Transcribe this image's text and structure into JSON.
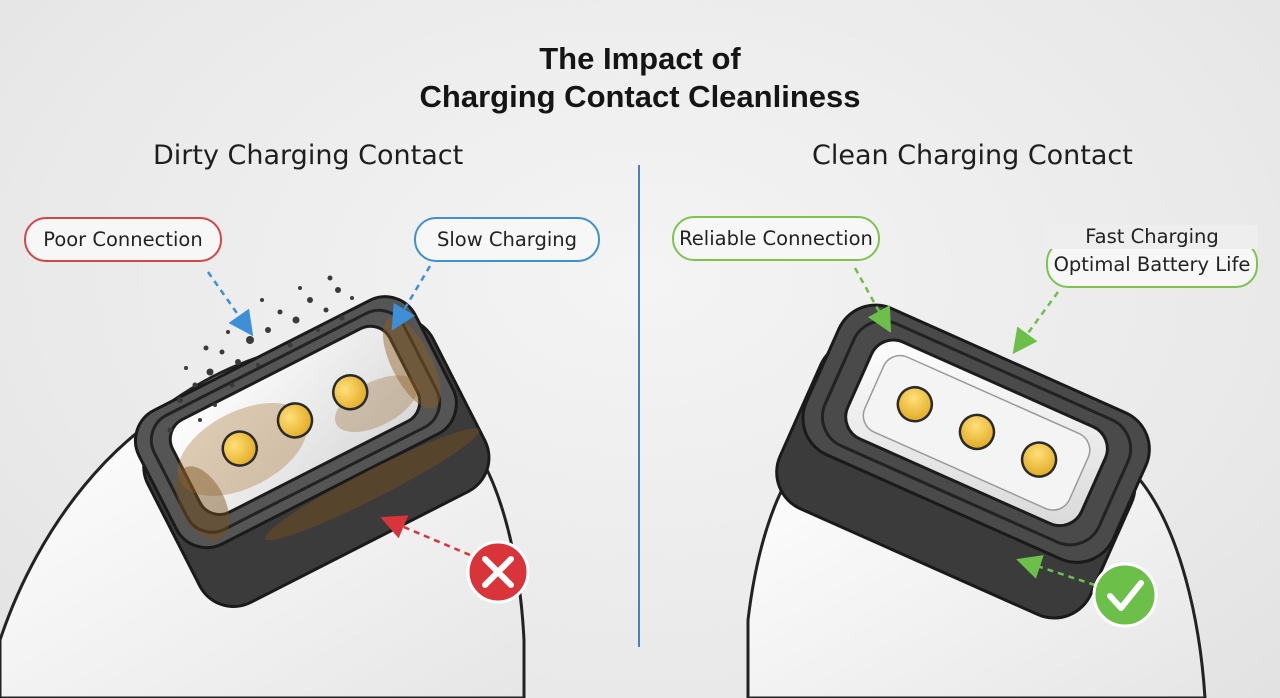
{
  "title": {
    "line1": "The Impact of",
    "line2": "Charging Contact Cleanliness"
  },
  "left_panel": {
    "heading": "Dirty Charging Contact",
    "callouts": {
      "poor_connection": "Poor Connection",
      "slow_charging": "Slow Charging"
    },
    "status_icon": "x-mark-icon"
  },
  "right_panel": {
    "heading": "Clean Charging Contact",
    "callouts": {
      "reliable_connection": "Reliable Connection",
      "fast_charging": "Fast Charging",
      "optimal_battery_life": "Optimal Battery Life"
    },
    "status_icon": "check-mark-icon"
  },
  "colors": {
    "bad": "#d9343a",
    "warning_blue": "#3d8fd6",
    "good": "#6cc04a",
    "divider": "#4a7fc0",
    "contact_gold": "#f2c12e"
  }
}
